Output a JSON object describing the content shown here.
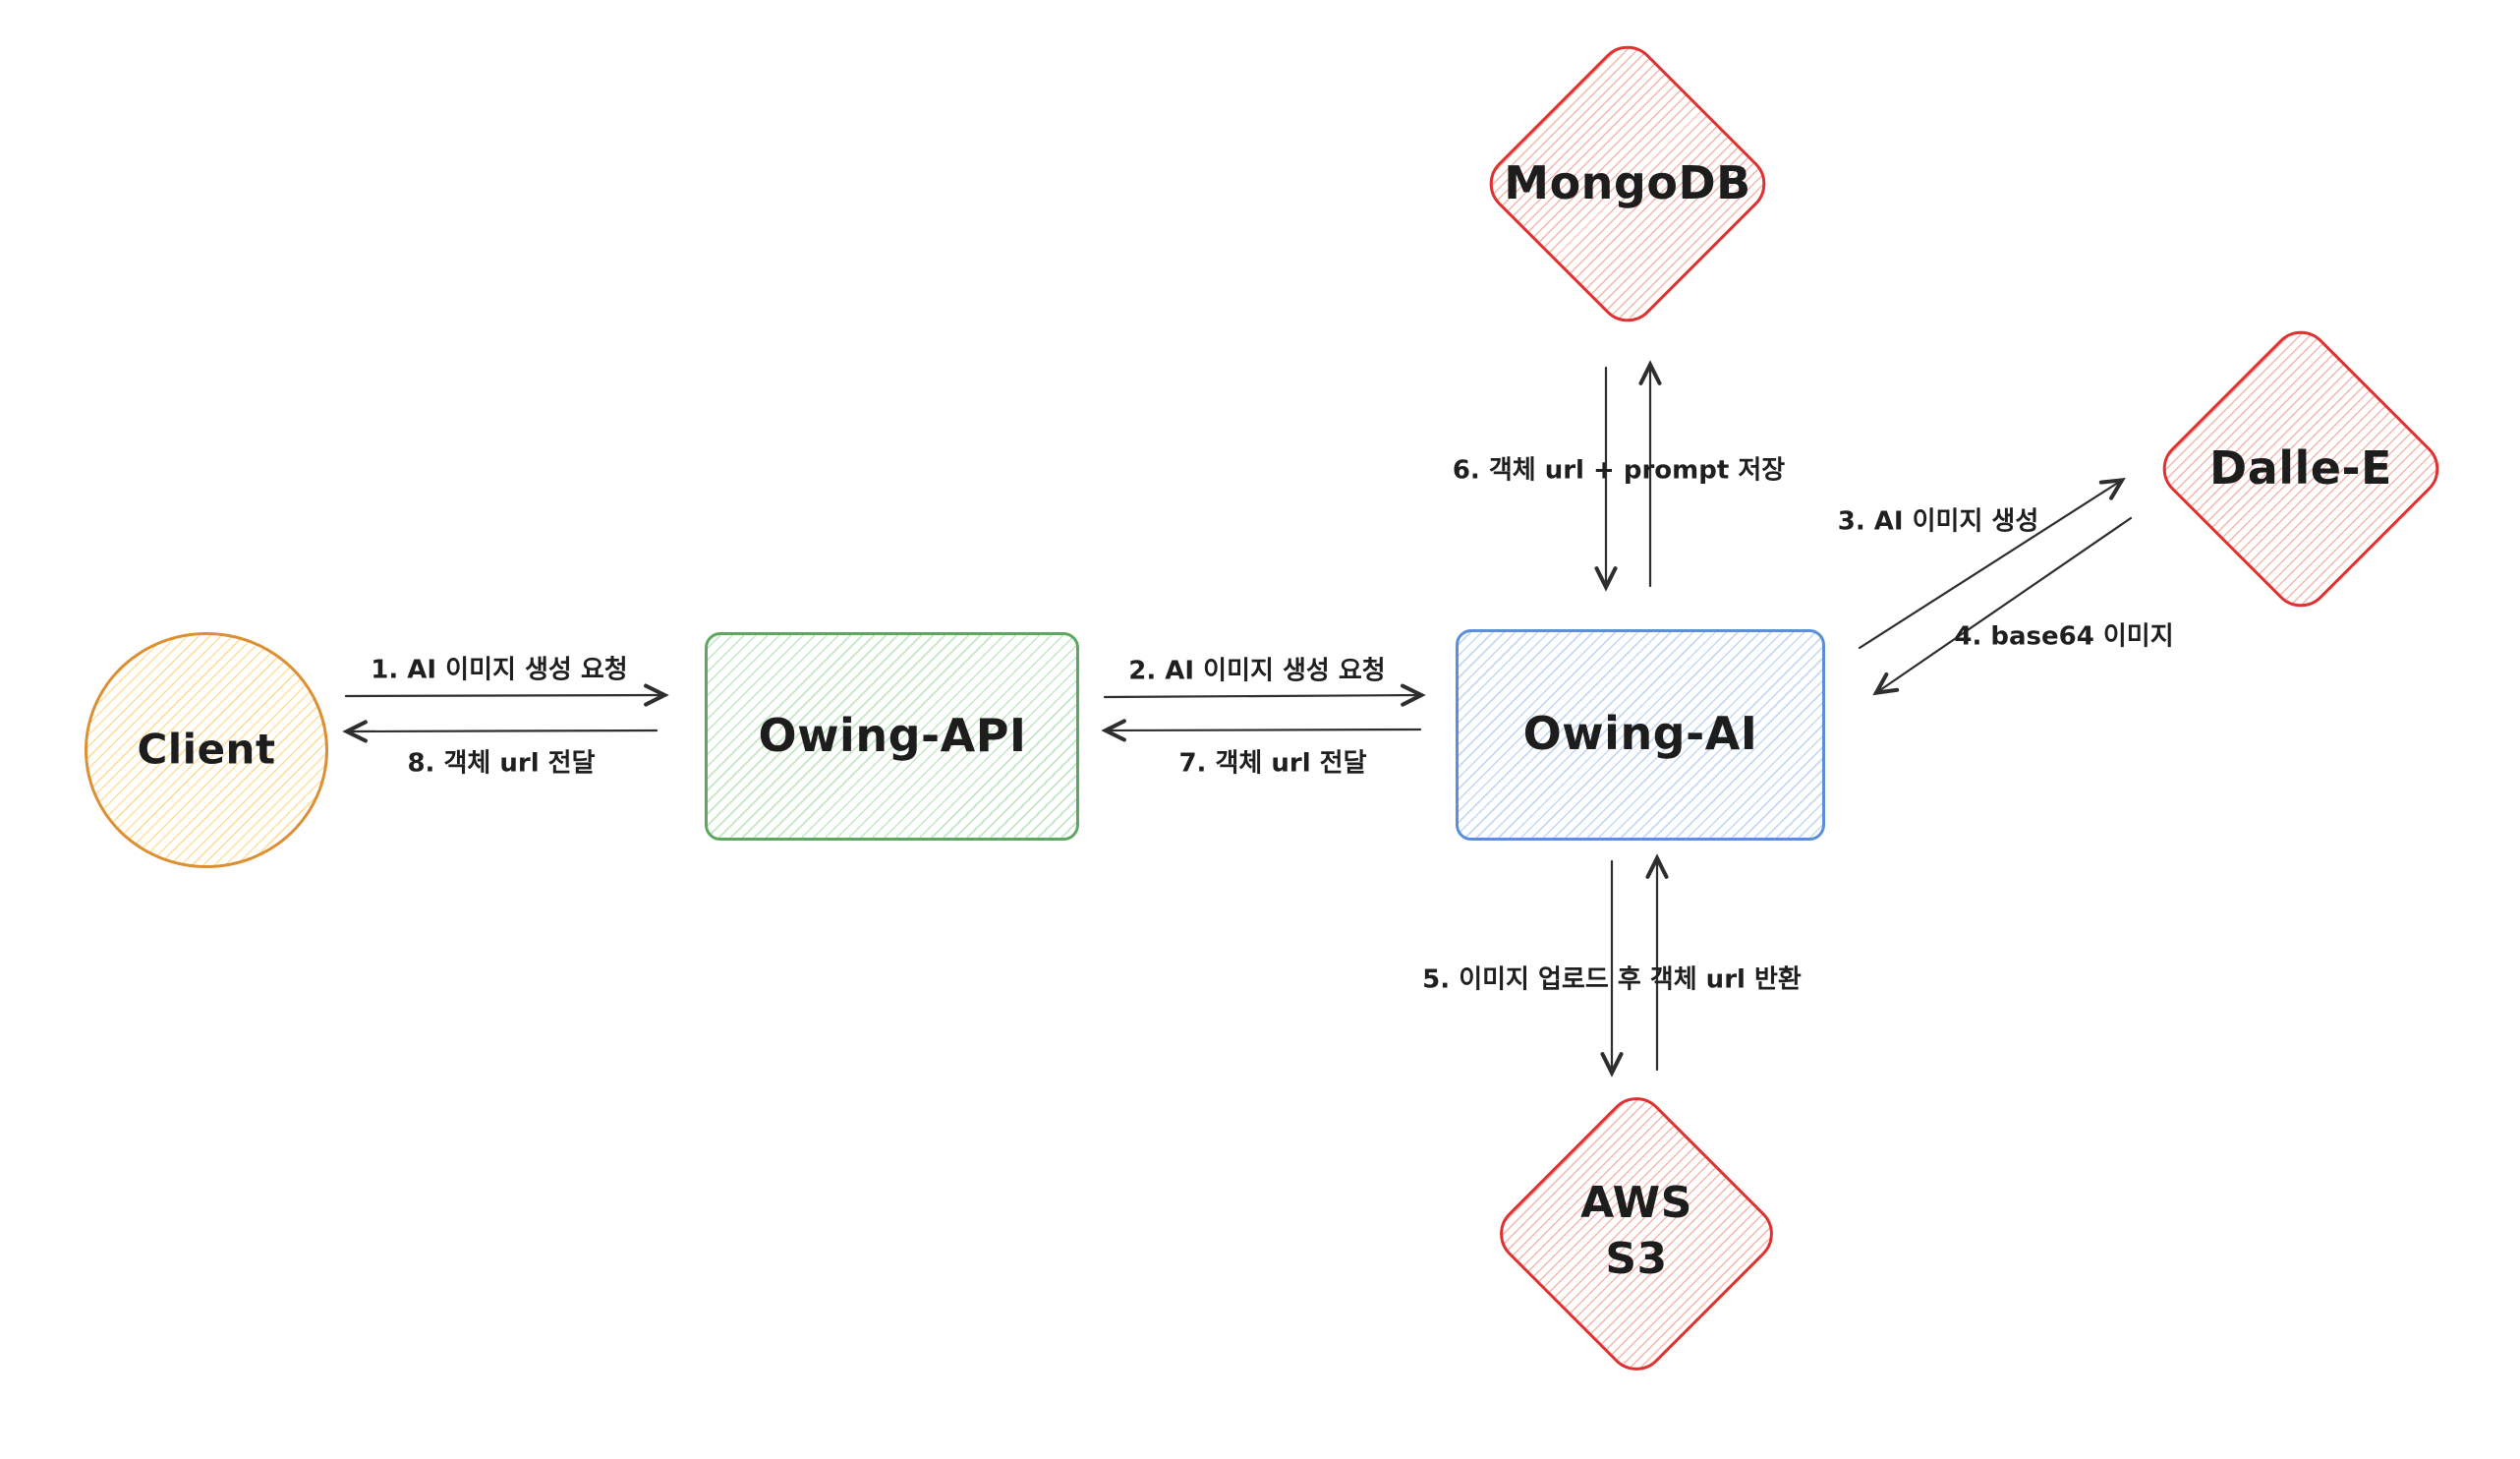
{
  "diagram_type": "system-architecture-flow",
  "background_color": "#ffffff",
  "nodes": {
    "client": {
      "label": "Client",
      "shape": "ellipse",
      "stroke_color": "#dd8f33"
    },
    "owing_api": {
      "label": "Owing-API",
      "shape": "rectangle",
      "stroke_color": "#5da860"
    },
    "owing_ai": {
      "label": "Owing-AI",
      "shape": "rectangle",
      "stroke_color": "#5b8fd9"
    },
    "mongodb": {
      "label": "MongoDB",
      "shape": "diamond",
      "stroke_color": "#e03131"
    },
    "dalle_e": {
      "label": "Dalle-E",
      "shape": "diamond",
      "stroke_color": "#e03131"
    },
    "aws_s3": {
      "label_line1": "AWS",
      "label_line2": "S3",
      "shape": "diamond",
      "stroke_color": "#e03131"
    }
  },
  "edges": {
    "e1": {
      "label": "1. AI 이미지 생성 요청",
      "from": "Client",
      "to": "Owing-API"
    },
    "e2": {
      "label": "2. AI 이미지 생성 요청",
      "from": "Owing-API",
      "to": "Owing-AI"
    },
    "e3": {
      "label": "3. AI 이미지 생성",
      "from": "Owing-AI",
      "to": "Dalle-E"
    },
    "e4": {
      "label": "4. base64 이미지",
      "from": "Dalle-E",
      "to": "Owing-AI"
    },
    "e5": {
      "label": "5. 이미지 업로드 후 객체 url 반환",
      "from": "Owing-AI",
      "to": "AWS S3"
    },
    "e6": {
      "label": "6. 객체 url + prompt 저장",
      "from": "Owing-AI",
      "to": "MongoDB"
    },
    "e7": {
      "label": "7. 객체 url 전달",
      "from": "Owing-AI",
      "to": "Owing-API"
    },
    "e8": {
      "label": "8. 객체 url 전달",
      "from": "Owing-API",
      "to": "Client"
    }
  },
  "colors": {
    "arrow_stroke": "#2e2e2e",
    "text": "#1d1d1d",
    "red_accent": "#e03131",
    "green_accent": "#5da860",
    "blue_accent": "#5b8fd9",
    "orange_accent": "#dd8f33"
  }
}
